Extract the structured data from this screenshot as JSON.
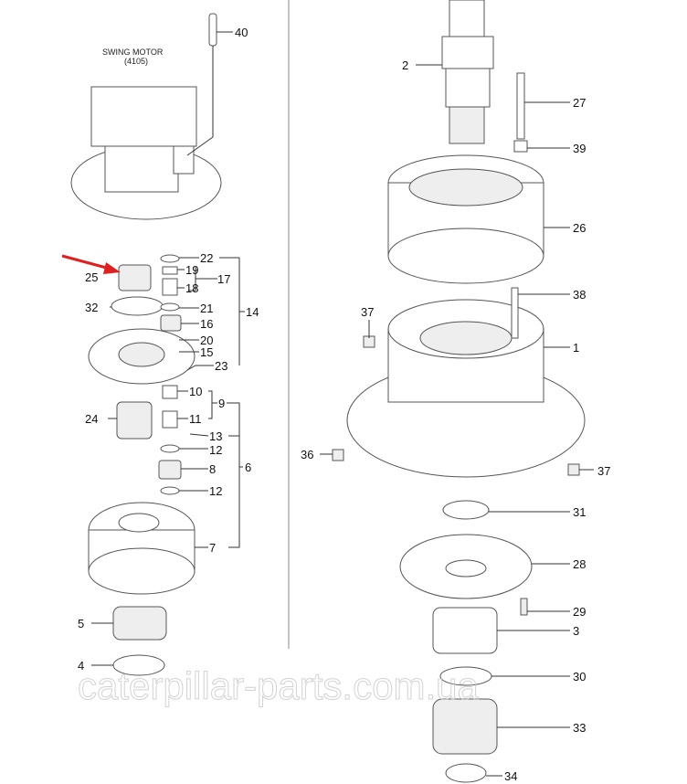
{
  "diagram": {
    "assembly_title": "SWING MOTOR",
    "assembly_code": "(4105)",
    "watermark": "caterpillar-parts.com.ua",
    "highlight_color": "#e02020",
    "callouts_right": [
      "40",
      "2",
      "27",
      "39",
      "26",
      "38",
      "37",
      "1",
      "36",
      "37",
      "31",
      "28",
      "29",
      "3",
      "30",
      "33",
      "34"
    ],
    "callouts_left": [
      "22",
      "19",
      "17",
      "18",
      "25",
      "32",
      "21",
      "14",
      "16",
      "20",
      "15",
      "23",
      "10",
      "9",
      "11",
      "24",
      "13",
      "12",
      "8",
      "6",
      "12",
      "7",
      "5",
      "4"
    ]
  }
}
